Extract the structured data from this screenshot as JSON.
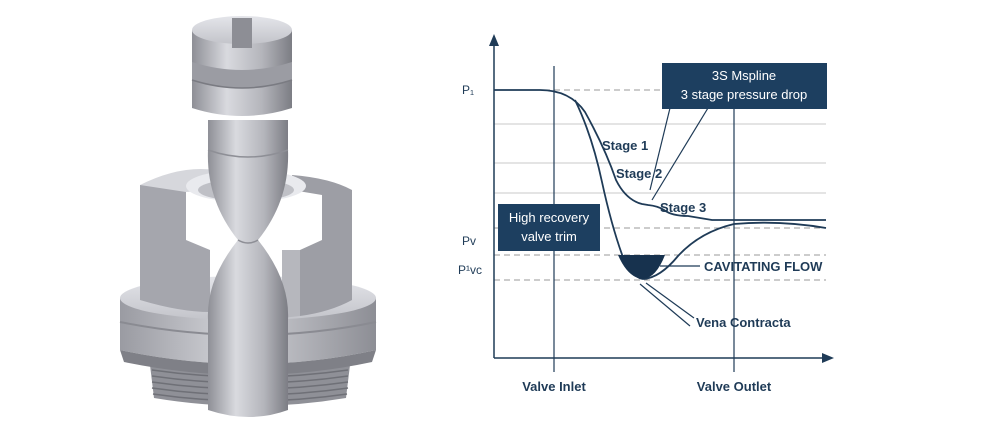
{
  "diagram": {
    "levels": {
      "p1": "P₁",
      "pv": "Pv",
      "pvc": "P¹vc"
    },
    "stages": [
      "Stage 1",
      "Stage 2",
      "Stage 3"
    ],
    "box_3s": {
      "line1": "3S Mspline",
      "line2": "3 stage pressure drop"
    },
    "box_high_recovery": {
      "line1": "High recovery",
      "line2": "valve trim"
    },
    "callouts": {
      "cavitating_flow": "CAVITATING FLOW",
      "vena_contracta": "Vena Contracta"
    },
    "axis": {
      "valve_inlet": "Valve Inlet",
      "valve_outlet": "Valve Outlet"
    },
    "colors": {
      "navy": "#1f3b57",
      "box_fill": "#1d3f60",
      "grid": "#c9c9c9",
      "dashed": "#9a9a9a",
      "metal_light": "#cfd0d5",
      "metal_mid": "#a7a8ae",
      "metal_dark": "#7f8087"
    }
  }
}
